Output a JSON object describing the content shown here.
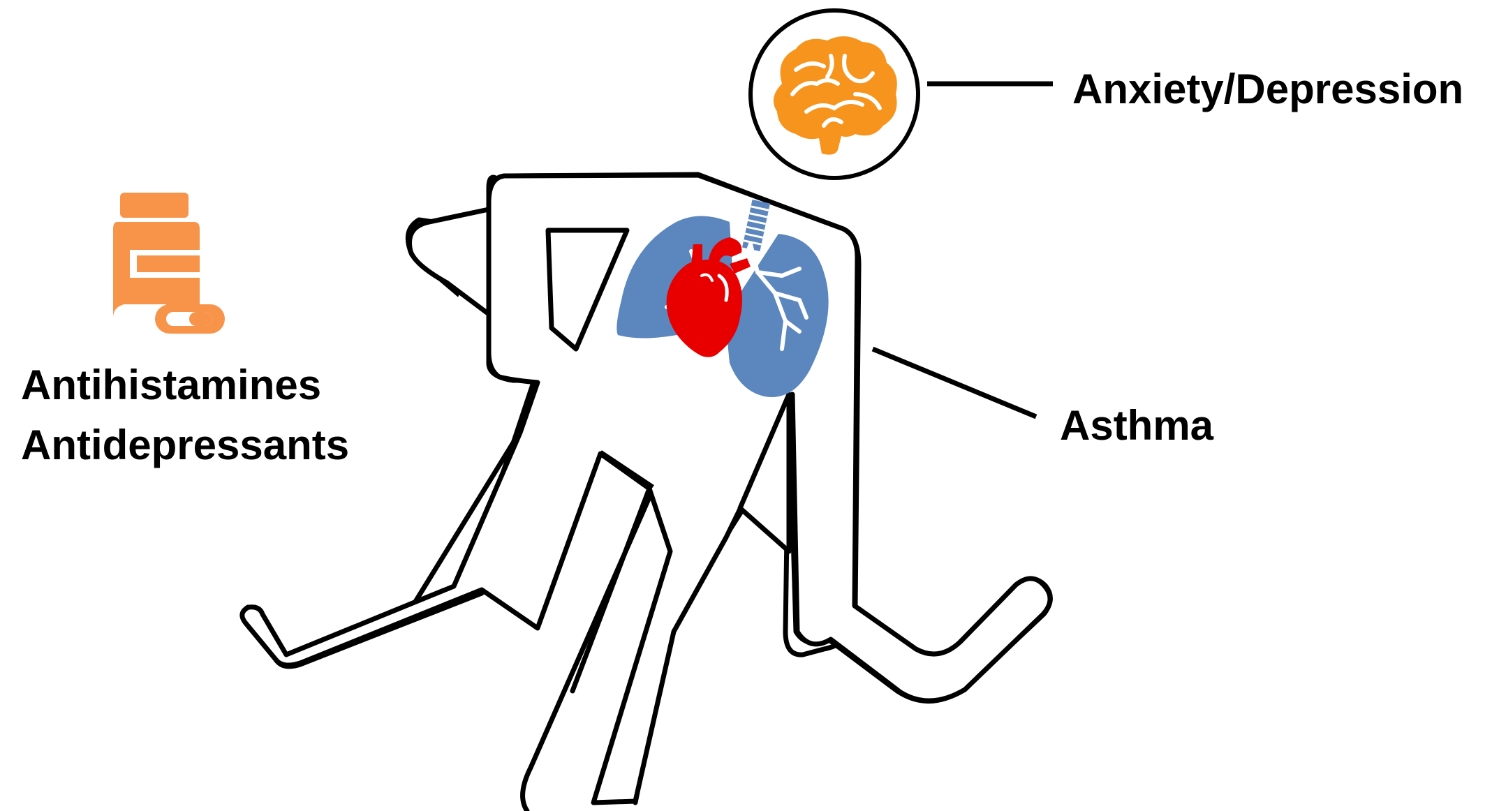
{
  "title_fragment": "",
  "labels": {
    "anxiety": "Anxiety/Depression",
    "asthma": "Asthma",
    "medications": [
      "Antihistamines",
      "Antidepressants"
    ]
  },
  "icons": {
    "brain": "brain-icon",
    "lungs": "lungs-icon",
    "heart": "heart-icon",
    "medication": "medication-bottle-icon",
    "figure": "running-person-outline"
  },
  "colors": {
    "brain": "#F7941D",
    "lungs": "#5B86BE",
    "heart": "#E80000",
    "medication": "#F7944A",
    "outline": "#000000"
  }
}
